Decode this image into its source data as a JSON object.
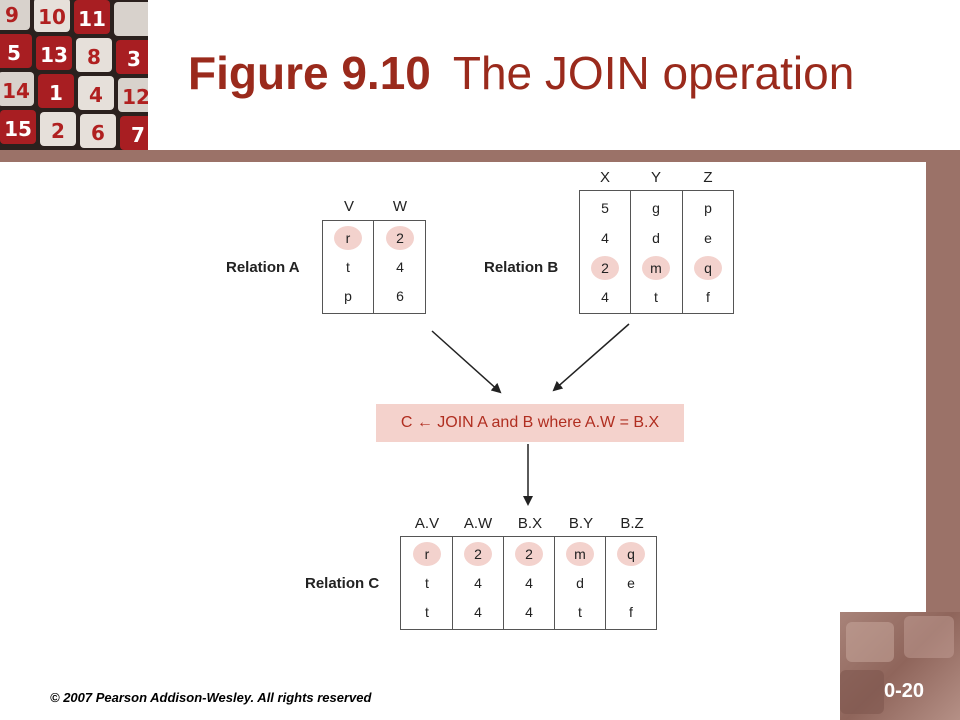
{
  "title": {
    "figure": "Figure 9.10",
    "text": "The JOIN operation"
  },
  "footer": {
    "copyright": "© 2007 Pearson Addison-Wesley. All rights reserved",
    "slide_number": "0-20"
  },
  "logo_tiles": [
    "9",
    "10",
    "11",
    "5",
    "13",
    "8",
    "3",
    "14",
    "1",
    "4",
    "12",
    "15",
    "2",
    "6",
    "7"
  ],
  "relation_a": {
    "label": "Relation A",
    "columns": [
      "V",
      "W"
    ],
    "rows": [
      [
        "r",
        "2"
      ],
      [
        "t",
        "4"
      ],
      [
        "p",
        "6"
      ]
    ],
    "highlight_row": 0
  },
  "relation_b": {
    "label": "Relation B",
    "columns": [
      "X",
      "Y",
      "Z"
    ],
    "rows": [
      [
        "5",
        "g",
        "p"
      ],
      [
        "4",
        "d",
        "e"
      ],
      [
        "2",
        "m",
        "q"
      ],
      [
        "4",
        "t",
        "f"
      ]
    ],
    "highlight_row": 2
  },
  "operation": "C ← JOIN A and B where A.W = B.X",
  "relation_c": {
    "label": "Relation C",
    "columns": [
      "A.V",
      "A.W",
      "B.X",
      "B.Y",
      "B.Z"
    ],
    "rows": [
      [
        "r",
        "2",
        "2",
        "m",
        "q"
      ],
      [
        "t",
        "4",
        "4",
        "d",
        "e"
      ],
      [
        "t",
        "4",
        "4",
        "t",
        "f"
      ]
    ],
    "highlight_row": 0
  },
  "colors": {
    "title": "#9a2a1c",
    "frame": "#9b7268",
    "highlight": "#f3d2cd",
    "operation_bg": "#f4d2cc",
    "operation_text": "#b02e20"
  }
}
